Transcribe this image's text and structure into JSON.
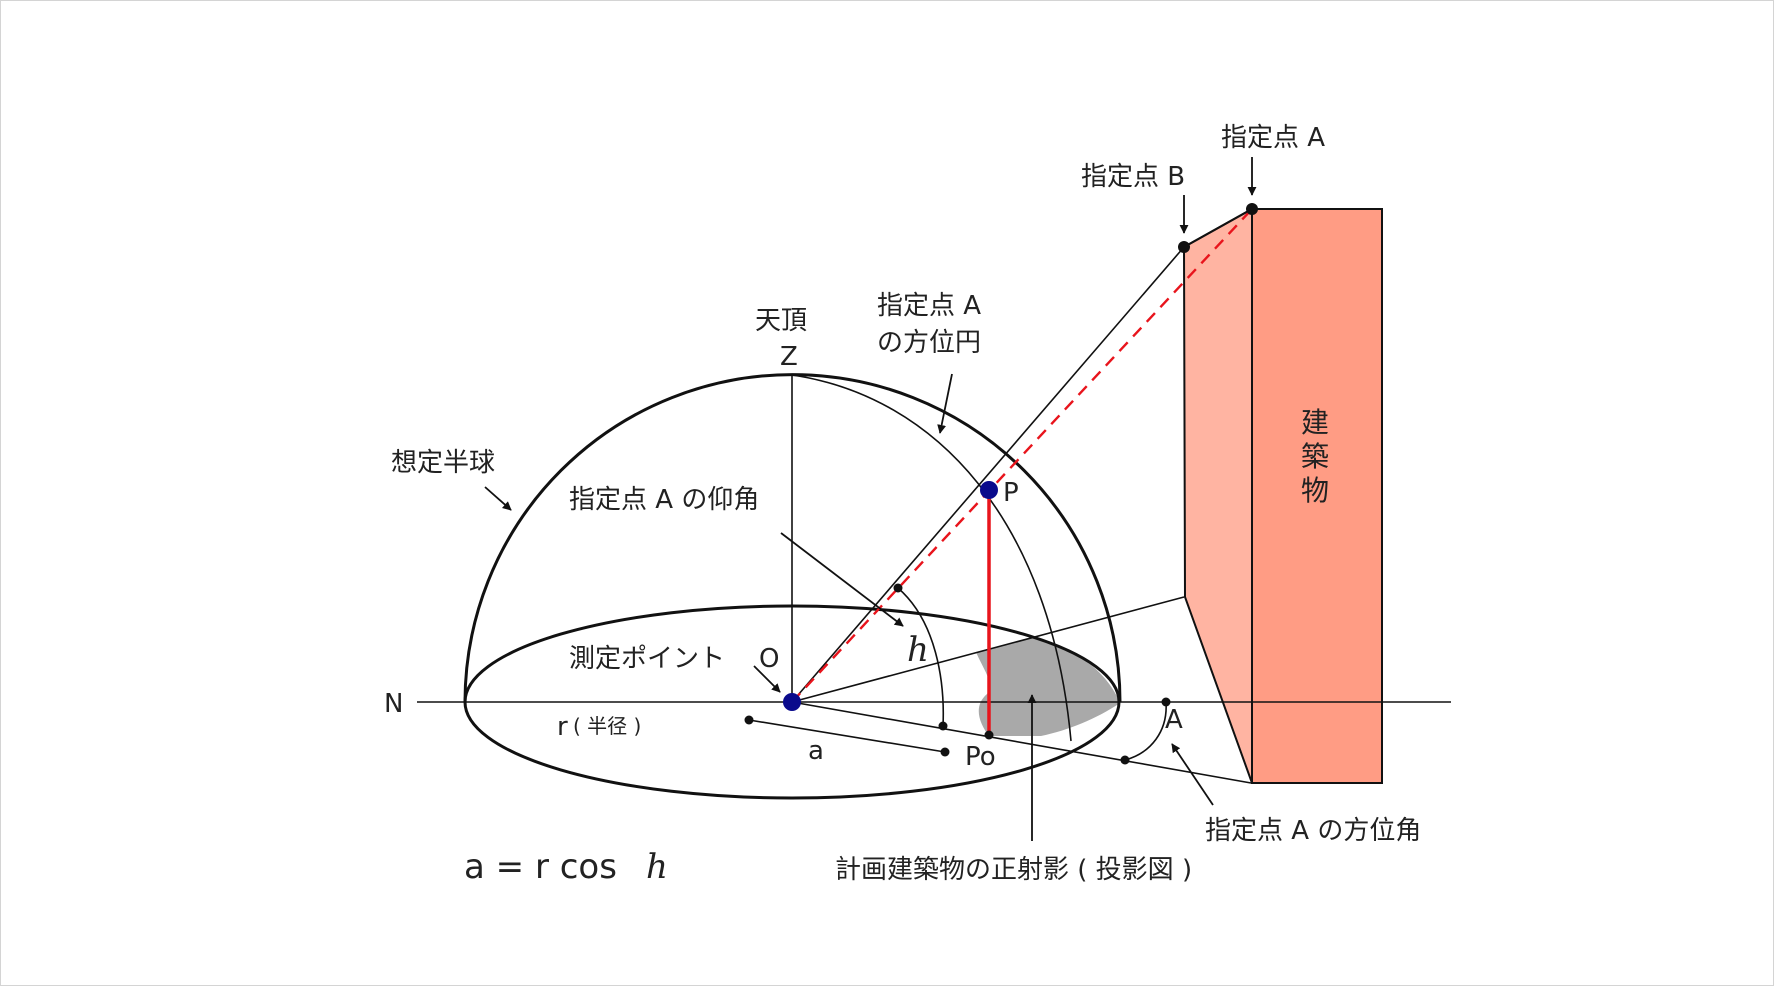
{
  "colors": {
    "building_front": "#ff9c84",
    "building_side": "#ffb4a2",
    "shadow": "#a9a9a9",
    "sight_line_red": "#e8141c",
    "point_blue": "#0a0a8c",
    "line": "#111111"
  },
  "labels": {
    "north": "N",
    "zenith_title": "天頂",
    "zenith": "Z",
    "hemisphere": "想定半球",
    "azimuth_circle_line1": "指定点 A",
    "azimuth_circle_line2": "の方位円",
    "elevation_angle": "指定点 A の仰角",
    "h_symbol": "h",
    "measure_point": "測定ポイント",
    "origin": "O",
    "radius": "r",
    "radius_note": "( 半径 )",
    "a_symbol": "a",
    "point_p": "P",
    "point_po": "Po",
    "azimuth_symbol": "A",
    "point_a": "指定点 A",
    "point_b": "指定点 B",
    "building": [
      "建",
      "築",
      "物"
    ],
    "azimuth_angle": "指定点 A の方位角",
    "shadow_caption": "計画建築物の正射影 ( 投影図 )",
    "formula_lhs": "a = r cos",
    "formula_h": "h"
  }
}
